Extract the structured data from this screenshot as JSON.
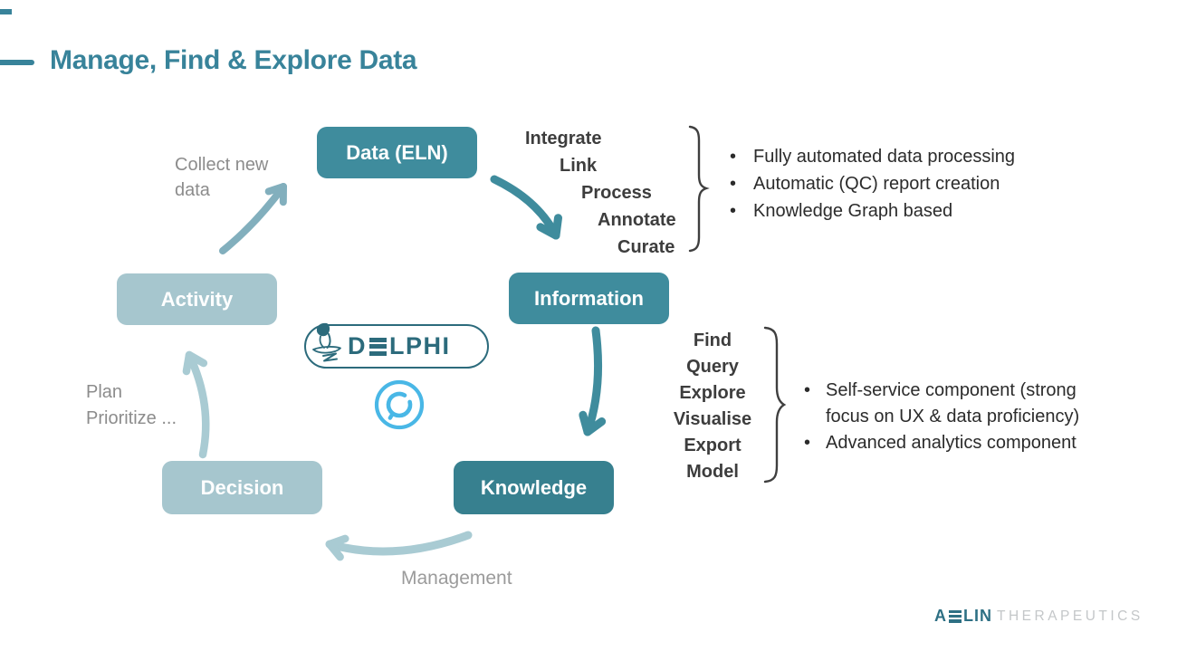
{
  "title": "Manage, Find & Explore Data",
  "bullet_char": "•",
  "colors": {
    "teal-dark": "#3F8C9D",
    "teal-darker": "#37808F",
    "teal-light": "#A6C6CE",
    "arrow-light": "#A9CBD3",
    "arrow-medium": "#82AFBD",
    "title-teal": "#38839A",
    "logo-teal": "#2C6B7C",
    "cyan": "#49B7E6",
    "gray-label": "#8C8C8C",
    "text-dark": "#2B2B2B",
    "brand-gray": "#C4C7C9"
  },
  "cycle_boxes": {
    "data": "Data (ELN)",
    "information": "Information",
    "knowledge": "Knowledge",
    "decision": "Decision",
    "activity": "Activity"
  },
  "edge_labels": {
    "collect_line1": "Collect new",
    "collect_line2": "data",
    "plan_line1": "Plan",
    "plan_line2": "Prioritize ...",
    "management": "Management"
  },
  "process_steps": [
    "Integrate",
    "Link",
    "Process",
    "Annotate",
    "Curate"
  ],
  "explore_steps": [
    "Find",
    "Query",
    "Explore",
    "Visualise",
    "Export",
    "Model"
  ],
  "automation_bullets": [
    "Fully automated data processing",
    "Automatic (QC) report creation",
    "Knowledge Graph based"
  ],
  "selfservice_bullets": {
    "item1_line1": "Self-service component  (strong",
    "item1_line2": "focus on UX & data proficiency)",
    "item2": "Advanced analytics component"
  },
  "delphi_logo": {
    "letter_d": "D",
    "letters_rest": "LPHI"
  },
  "footer_brand": {
    "letter_a": "A",
    "letters_rest": "LIN",
    "light_text": "THERAPEUTICS"
  }
}
